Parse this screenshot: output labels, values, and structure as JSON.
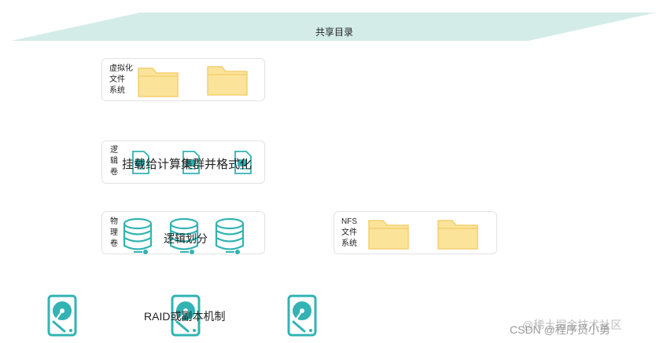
{
  "shared_dir": {
    "label": "共享目录"
  },
  "virtual_fs": {
    "label_lines": [
      "虚拟化",
      "文件",
      "系统"
    ],
    "icons": [
      "folder-icon",
      "folder-icon"
    ]
  },
  "logical_volume": {
    "label_lines": [
      "逻",
      "辑",
      "卷"
    ],
    "overlay_text": "挂载给计算集群并格式化",
    "icons": [
      "document-icon",
      "document-icon",
      "document-icon"
    ]
  },
  "physical_volume": {
    "label_lines": [
      "物",
      "理",
      "卷"
    ],
    "overlay_text": "逻辑划分",
    "icons": [
      "database-icon",
      "database-icon",
      "database-icon"
    ]
  },
  "nfs_fs": {
    "label_lines": [
      "NFS",
      "文件",
      "系统"
    ],
    "icons": [
      "folder-icon",
      "folder-icon"
    ]
  },
  "raid": {
    "label": "RAID或副本机制",
    "icons": [
      "hard-disk-icon",
      "hard-disk-icon",
      "hard-disk-icon"
    ]
  },
  "watermark": {
    "back_text": "@稀土掘金技术社区",
    "front_text": "CSDN @程序员小勇"
  },
  "colors": {
    "banner": "#d3ece8",
    "folder": "#fbe39a",
    "folder_stroke": "#f4cf70",
    "teal": "#33b3b3",
    "panel_border": "#e2e2e2"
  }
}
